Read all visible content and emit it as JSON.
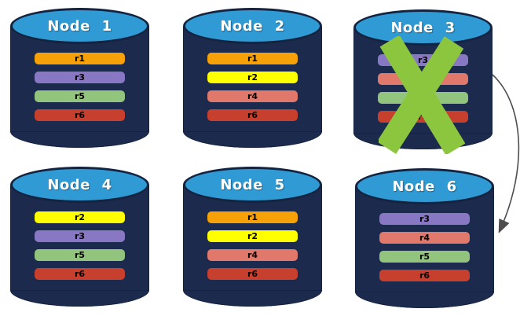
{
  "diagram": {
    "description": "Six database node cylinders holding replicated rows; Node 3 is crossed out and an arrow points to Node 6",
    "background_color": "#FFFFFF"
  },
  "colors": {
    "cylinder_body": "#1C2B4D",
    "cylinder_top": "#2F9AD3",
    "cylinder_outline": "#14233F",
    "failed_x": "#8CC63F",
    "arrow": "#4D4D4D",
    "row_r1": "#F7A109",
    "row_r2": "#FFFF00",
    "row_r3": "#8878C3",
    "row_r4": "#E0796B",
    "row_r5": "#93C47D",
    "row_r6": "#C7402D"
  },
  "nodes": [
    {
      "name": "Node 1",
      "failed": false,
      "rows": [
        {
          "label": "r1",
          "color": "#F7A109"
        },
        {
          "label": "r3",
          "color": "#8878C3"
        },
        {
          "label": "r5",
          "color": "#93C47D"
        },
        {
          "label": "r6",
          "color": "#C7402D"
        }
      ]
    },
    {
      "name": "Node 2",
      "failed": false,
      "rows": [
        {
          "label": "r1",
          "color": "#F7A109"
        },
        {
          "label": "r2",
          "color": "#FFFF00"
        },
        {
          "label": "r4",
          "color": "#E0796B"
        },
        {
          "label": "r6",
          "color": "#C7402D"
        }
      ]
    },
    {
      "name": "Node 3",
      "failed": true,
      "rows": [
        {
          "label": "r3",
          "color": "#8878C3"
        },
        {
          "label": "r4",
          "color": "#E0796B"
        },
        {
          "label": "r5",
          "color": "#93C47D"
        },
        {
          "label": "r6",
          "color": "#C7402D"
        }
      ]
    },
    {
      "name": "Node 4",
      "failed": false,
      "rows": [
        {
          "label": "r2",
          "color": "#FFFF00"
        },
        {
          "label": "r3",
          "color": "#8878C3"
        },
        {
          "label": "r5",
          "color": "#93C47D"
        },
        {
          "label": "r6",
          "color": "#C7402D"
        }
      ]
    },
    {
      "name": "Node 5",
      "failed": false,
      "rows": [
        {
          "label": "r1",
          "color": "#F7A109"
        },
        {
          "label": "r2",
          "color": "#FFFF00"
        },
        {
          "label": "r4",
          "color": "#E0796B"
        },
        {
          "label": "r6",
          "color": "#C7402D"
        }
      ]
    },
    {
      "name": "Node 6",
      "failed": false,
      "rows": [
        {
          "label": "r3",
          "color": "#8878C3"
        },
        {
          "label": "r4",
          "color": "#E0796B"
        },
        {
          "label": "r5",
          "color": "#93C47D"
        },
        {
          "label": "r6",
          "color": "#C7402D"
        }
      ]
    }
  ],
  "arrow": {
    "from": "Node 3",
    "to": "Node 6"
  }
}
